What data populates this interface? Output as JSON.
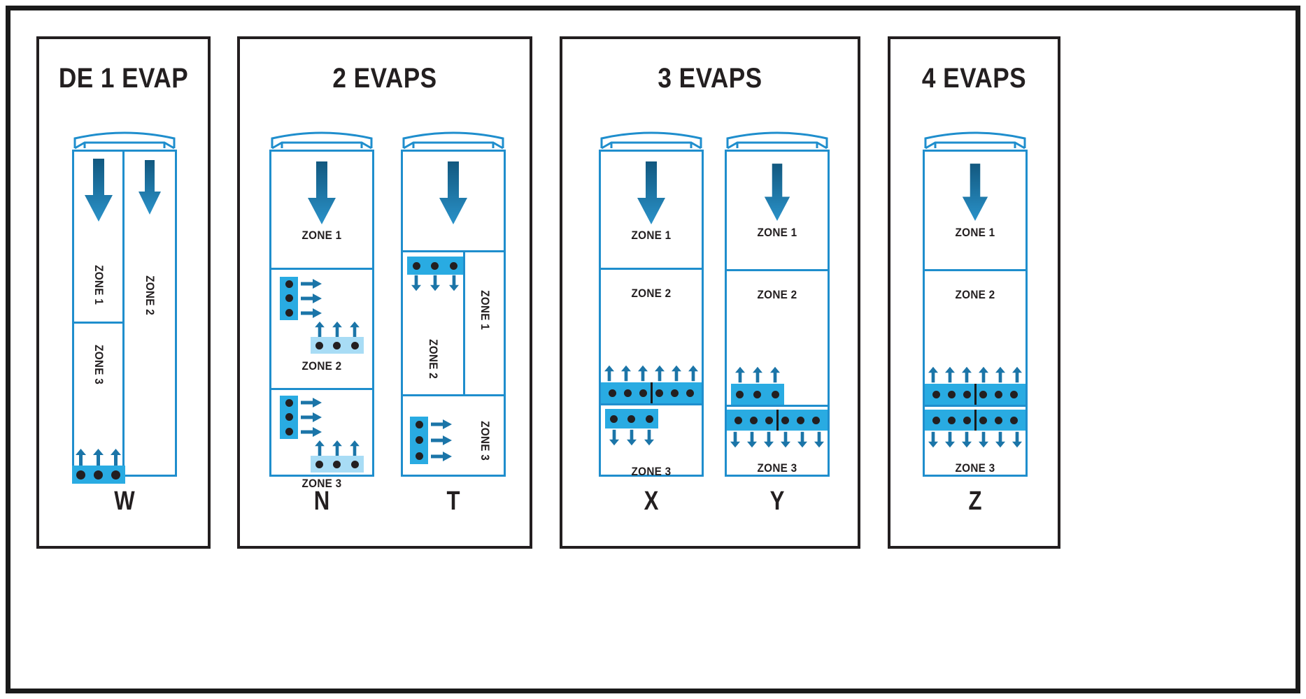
{
  "diagram": {
    "title_sr": "Trailer evaporator zone configuration chart",
    "colors": {
      "frame": "#1a1a1a",
      "trailer_outline": "#1f8ecd",
      "evaporator_fill": "#29abe2",
      "evaporator_fill_light": "#a8dcf5",
      "arrow": "#1b75a8",
      "text": "#231f20"
    }
  },
  "panels": [
    {
      "id": "panel-de-1-evap",
      "title": "DE 1 EVAP",
      "configs": [
        {
          "letter": "W",
          "layout": "two-column",
          "left_column": {
            "zones": [
              {
                "label": "ZONE 1",
                "orientation": "vertical"
              },
              {
                "label": "ZONE 3",
                "orientation": "vertical"
              }
            ]
          },
          "right_column": {
            "zones": [
              {
                "label": "ZONE 2",
                "orientation": "vertical"
              }
            ]
          },
          "inlet_arrows": 2,
          "evaporators": [
            {
              "zone": "ZONE 3",
              "style": "horizontal",
              "dots": 3,
              "fill": "primary",
              "airflow": "up",
              "arrows": 3
            }
          ]
        }
      ]
    },
    {
      "id": "panel-2-evaps",
      "title": "2 EVAPS",
      "configs": [
        {
          "letter": "N",
          "layout": "single-column",
          "zones": [
            {
              "label": "ZONE 1",
              "orientation": "horizontal"
            },
            {
              "label": "ZONE 2",
              "orientation": "horizontal"
            },
            {
              "label": "ZONE 3",
              "orientation": "horizontal"
            }
          ],
          "inlet_arrows": 1,
          "evaporators": [
            {
              "zone": "ZONE 2",
              "style": "vertical",
              "dots": 3,
              "fill": "primary",
              "airflow": "right",
              "arrows": 3
            },
            {
              "zone": "ZONE 2",
              "style": "horizontal",
              "dots": 3,
              "fill": "light",
              "airflow": "up",
              "arrows": 3
            },
            {
              "zone": "ZONE 3",
              "style": "vertical",
              "dots": 3,
              "fill": "primary",
              "airflow": "right",
              "arrows": 3
            },
            {
              "zone": "ZONE 3",
              "style": "horizontal",
              "dots": 3,
              "fill": "light",
              "airflow": "up",
              "arrows": 3
            }
          ]
        },
        {
          "letter": "T",
          "layout": "two-column",
          "left_column": {
            "zones": [
              {
                "label": "ZONE 2",
                "orientation": "vertical"
              },
              {
                "label": "ZONE 3",
                "orientation": "vertical"
              }
            ]
          },
          "right_column": {
            "zones": [
              {
                "label": "ZONE 1",
                "orientation": "vertical"
              }
            ]
          },
          "inlet_arrows": 1,
          "evaporators": [
            {
              "zone": "ZONE 2",
              "style": "horizontal",
              "dots": 3,
              "fill": "primary",
              "airflow": "down",
              "arrows": 3
            },
            {
              "zone": "ZONE 3",
              "style": "vertical",
              "dots": 3,
              "fill": "primary",
              "airflow": "right",
              "arrows": 3
            }
          ]
        }
      ]
    },
    {
      "id": "panel-3-evaps",
      "title": "3 EVAPS",
      "configs": [
        {
          "letter": "X",
          "layout": "single-column",
          "zones": [
            {
              "label": "ZONE 1",
              "orientation": "horizontal"
            },
            {
              "label": "ZONE 2",
              "orientation": "horizontal"
            },
            {
              "label": "ZONE 3",
              "orientation": "horizontal"
            }
          ],
          "inlet_arrows": 1,
          "evaporators": [
            {
              "zone": "ZONE 2",
              "style": "horizontal-dual",
              "dots": 6,
              "fill": "primary",
              "airflow": "up",
              "arrows": 6
            },
            {
              "zone": "ZONE 3",
              "style": "horizontal",
              "dots": 3,
              "fill": "primary",
              "airflow": "down",
              "arrows": 3
            }
          ]
        },
        {
          "letter": "Y",
          "layout": "single-column",
          "zones": [
            {
              "label": "ZONE 1",
              "orientation": "horizontal"
            },
            {
              "label": "ZONE 2",
              "orientation": "horizontal"
            },
            {
              "label": "ZONE 3",
              "orientation": "horizontal"
            }
          ],
          "inlet_arrows": 1,
          "evaporators": [
            {
              "zone": "ZONE 2",
              "style": "horizontal",
              "dots": 3,
              "fill": "primary",
              "airflow": "up",
              "arrows": 3
            },
            {
              "zone": "ZONE 3",
              "style": "horizontal-dual",
              "dots": 6,
              "fill": "primary",
              "airflow": "down",
              "arrows": 6
            }
          ]
        }
      ]
    },
    {
      "id": "panel-4-evaps",
      "title": "4 EVAPS",
      "configs": [
        {
          "letter": "Z",
          "layout": "single-column",
          "zones": [
            {
              "label": "ZONE 1",
              "orientation": "horizontal"
            },
            {
              "label": "ZONE 2",
              "orientation": "horizontal"
            },
            {
              "label": "ZONE 3",
              "orientation": "horizontal"
            }
          ],
          "inlet_arrows": 1,
          "evaporators": [
            {
              "zone": "ZONE 2",
              "style": "horizontal-dual",
              "dots": 6,
              "fill": "primary",
              "airflow": "up",
              "arrows": 6
            },
            {
              "zone": "ZONE 3",
              "style": "horizontal-dual",
              "dots": 6,
              "fill": "primary",
              "airflow": "down",
              "arrows": 6
            }
          ]
        }
      ]
    }
  ],
  "labels": {
    "zone1": "ZONE 1",
    "zone2": "ZONE 2",
    "zone3": "ZONE 3"
  }
}
